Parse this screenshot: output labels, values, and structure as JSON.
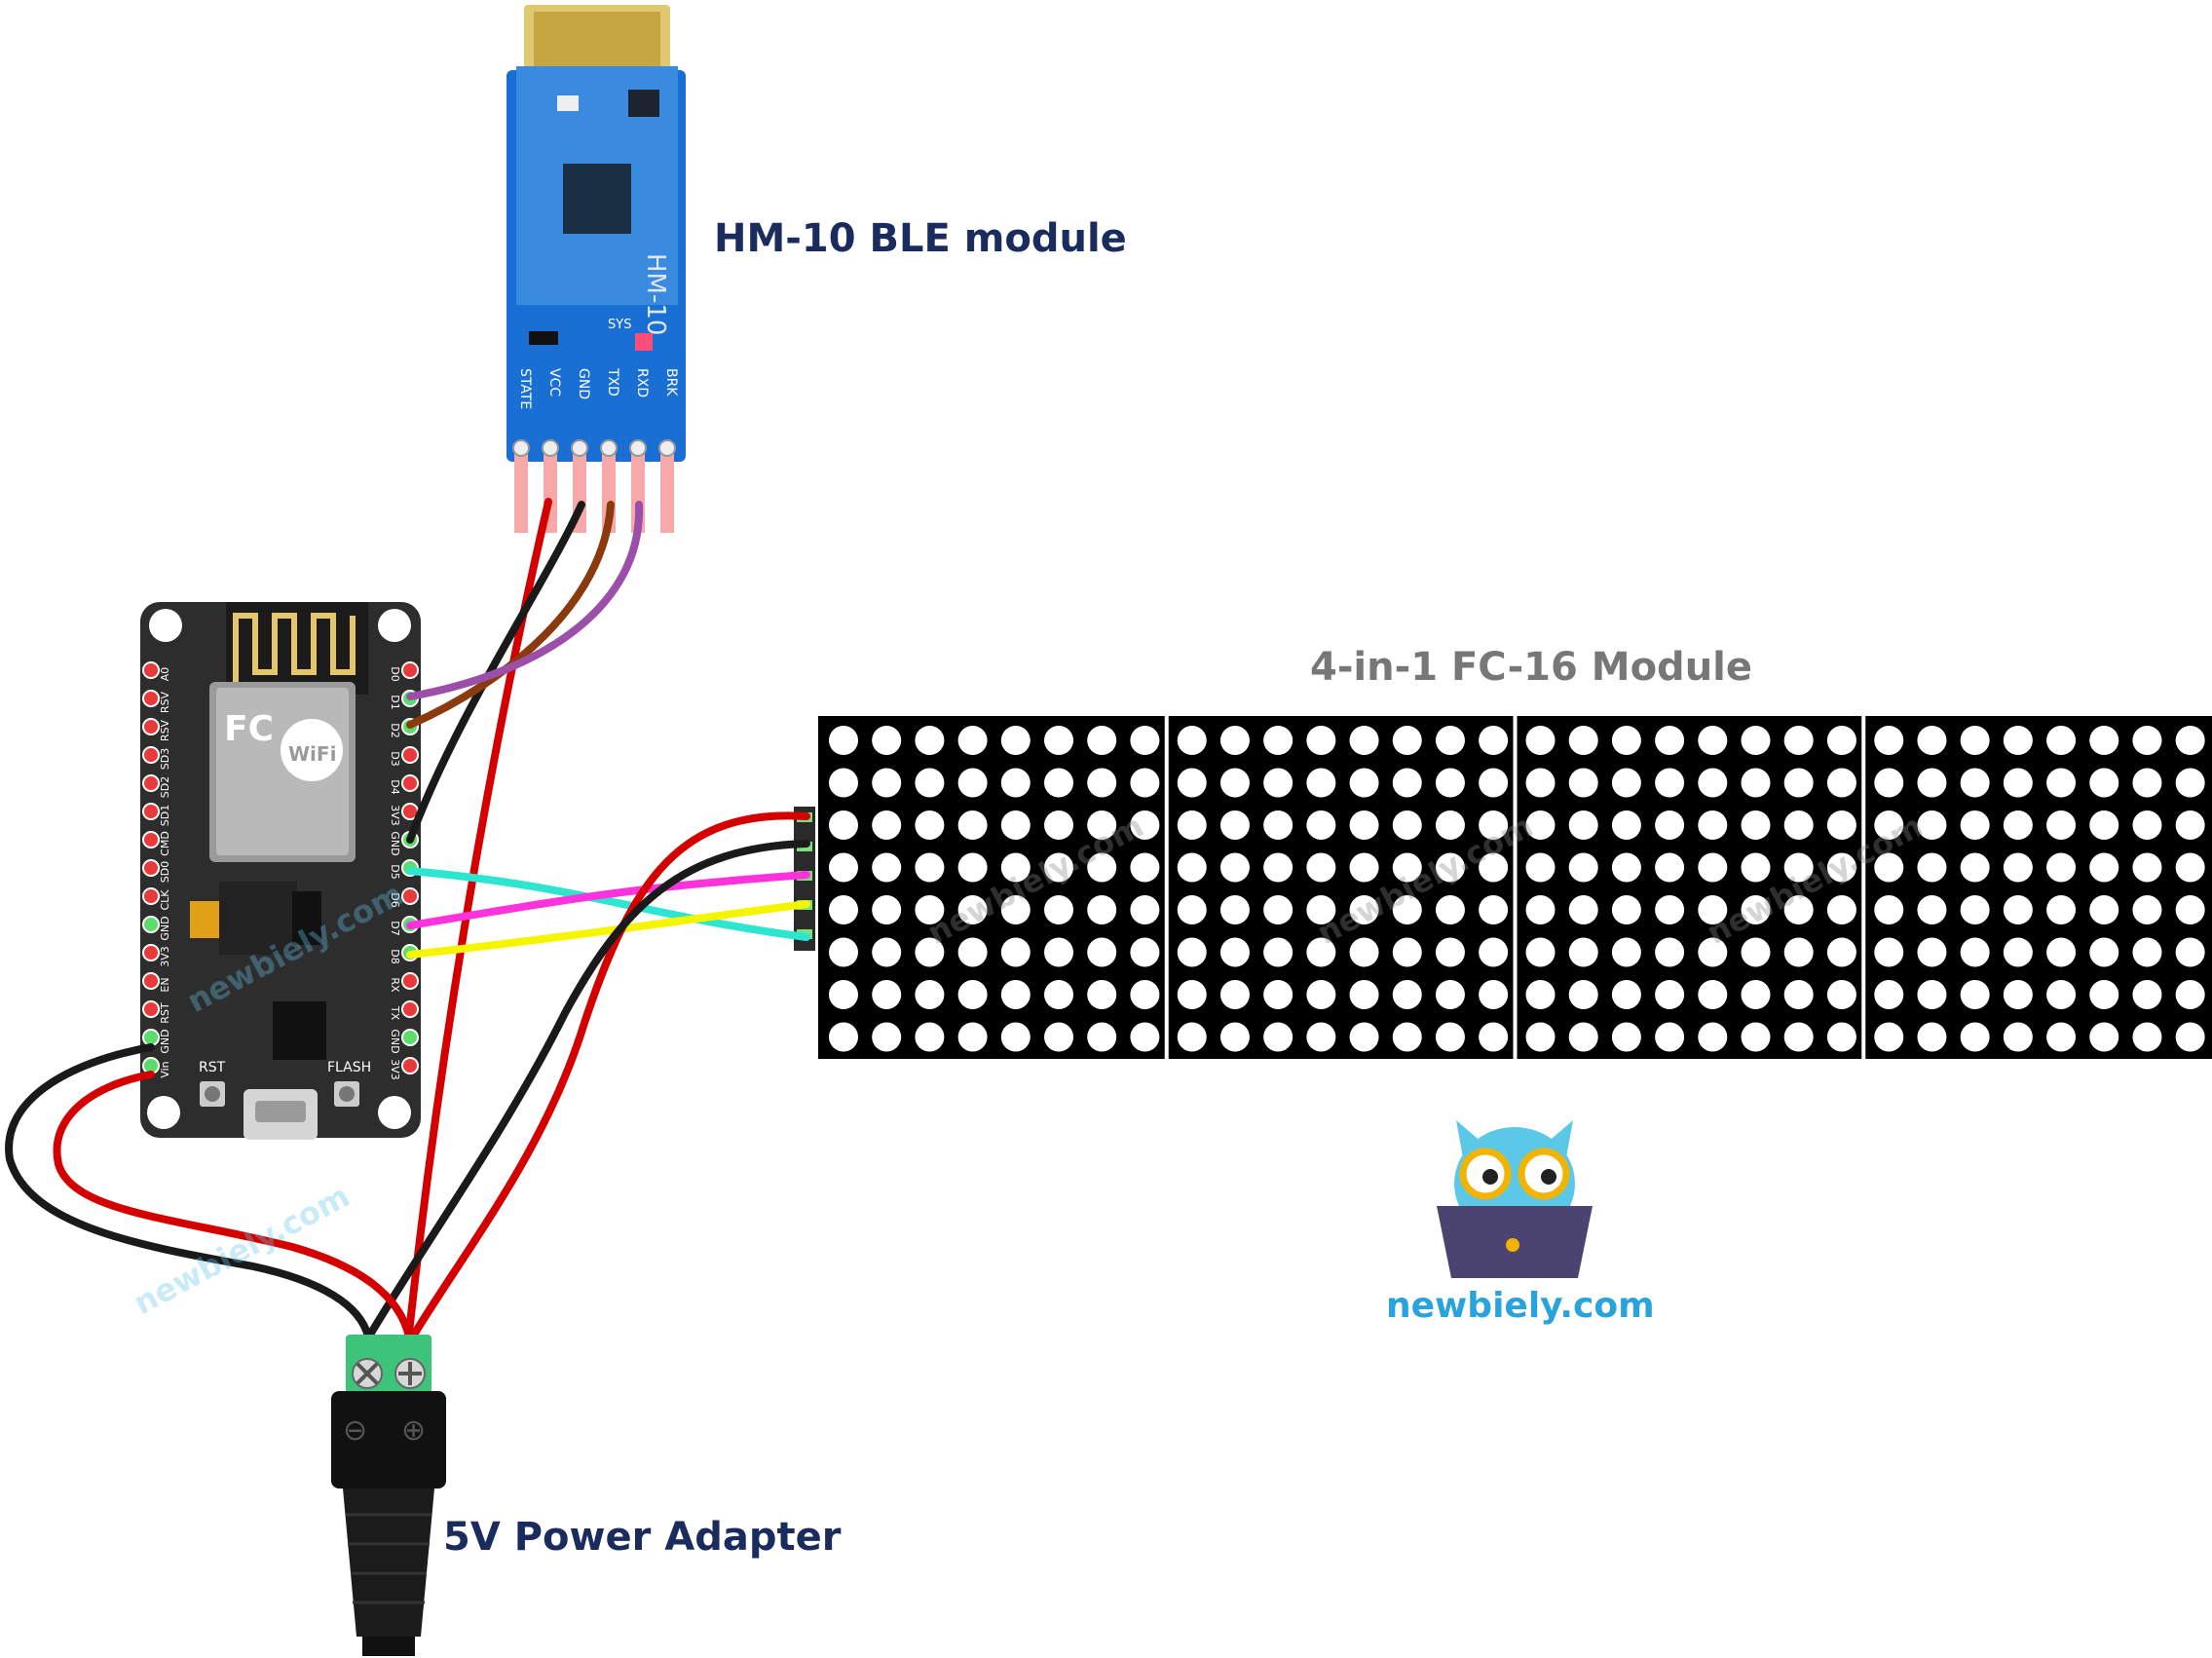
{
  "labels": {
    "hm10": "HM-10 BLE module",
    "fc16": "4-in-1 FC-16 Module",
    "adapter": "5V Power Adapter",
    "brand": "newbiely.com",
    "watermark": "newbiely.com"
  },
  "hm10": {
    "chip_text": "HM-10",
    "sys_label": "SYS",
    "pins": [
      "STATE",
      "VCC",
      "GND",
      "TXD",
      "RXD",
      "BRK"
    ]
  },
  "esp": {
    "left_pins": [
      "A0",
      "RSV",
      "RSV",
      "SD3",
      "SD2",
      "SD1",
      "CMD",
      "SD0",
      "CLK",
      "GND",
      "3V3",
      "EN",
      "RST",
      "GND",
      "Vin"
    ],
    "right_pins": [
      "D0",
      "D1",
      "D2",
      "D3",
      "D4",
      "3V3",
      "GND",
      "D5",
      "D6",
      "D7",
      "D8",
      "RX",
      "TX",
      "GND",
      "3V3"
    ],
    "rst_label": "RST",
    "flash_label": "FLASH",
    "wifi_text": "WiFi",
    "fc_text": "FC"
  },
  "matrix": {
    "modules": 4,
    "rows": 8,
    "cols": 8
  },
  "adapter": {
    "minus": "⊖",
    "plus": "⊕"
  },
  "colors": {
    "wire_red": "#d40000",
    "wire_black": "#1a1a1a",
    "wire_brown": "#8b3a0e",
    "wire_purple": "#9b4fa8",
    "wire_cyan": "#2ee6d0",
    "wire_magenta": "#ff33dd",
    "wire_yellow": "#f5f500",
    "hm10_blue": "#1a6fd4",
    "esp_board": "#2d2d2d",
    "matrix_bg": "#000000",
    "terminal_green": "#3ec47a",
    "brand_blue": "#29a3dc"
  }
}
